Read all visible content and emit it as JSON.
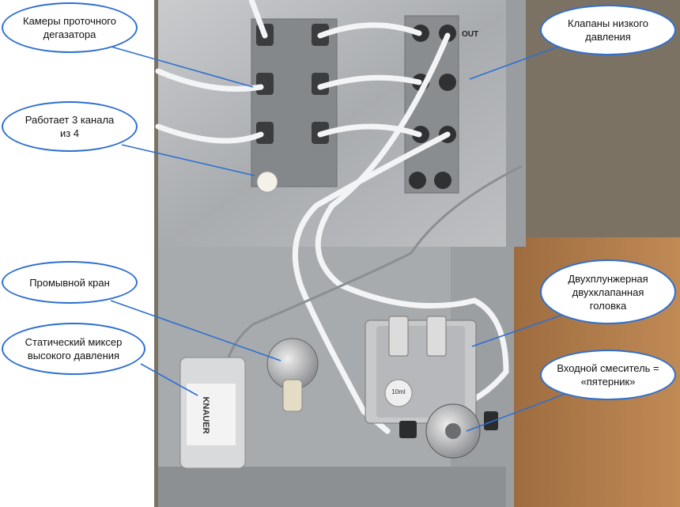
{
  "callouts": {
    "degasser": {
      "line1": "Камеры проточного",
      "line2": "дегазатора"
    },
    "channels": {
      "line1": "Работает 3 канала",
      "line2": "из 4"
    },
    "lp_valves": {
      "line1": "Клапаны низкого",
      "line2": "давления"
    },
    "purge_valve": {
      "line1": "Промывной кран"
    },
    "static_mixer": {
      "line1": "Статический миксер",
      "line2": "высокого давления"
    },
    "pump_head": {
      "line1": "Двухплунжерная",
      "line2": "двухклапанная",
      "line3": "головка"
    },
    "inlet_mixer": {
      "line1": "Входной смеситель =",
      "line2": "«пятерник»"
    }
  },
  "photo_labels": {
    "outlet_port": "OUT",
    "brand": "KNAUER",
    "head_volume": "10ml"
  },
  "colors": {
    "callout_border": "#2e6fd0",
    "leader_line": "#2e6fd0",
    "steel": "#b9bbbd",
    "tubing": "#f2f4f6"
  }
}
